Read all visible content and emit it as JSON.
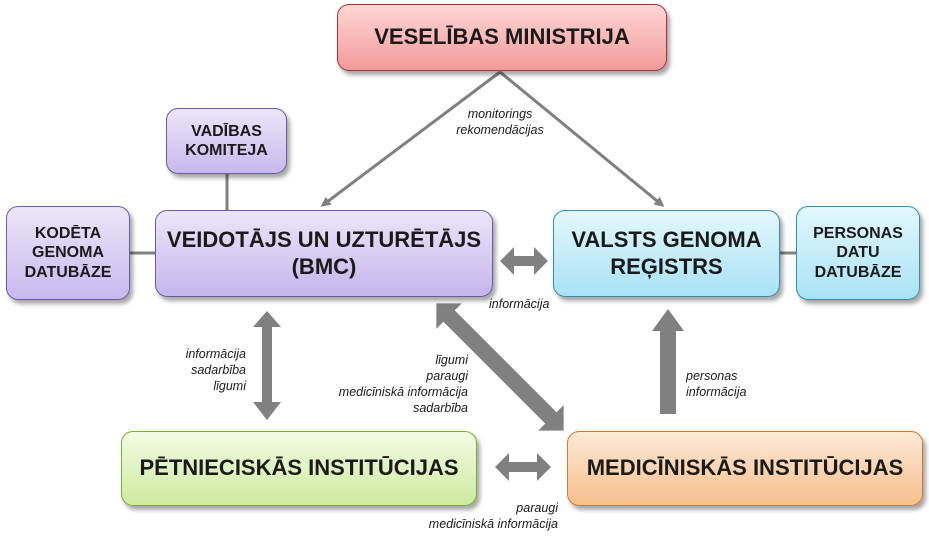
{
  "nodes": {
    "ministry": "VESELĪBAS MINISTRIJA",
    "steering": "VADĪBAS\nKOMITEJA",
    "bmc": "VEIDOTĀJS UN UZTURĒTĀJS\n(BMC)",
    "coded_db": "KODĒTA\nGENOMA\nDATUBĀZE",
    "registry": "VALSTS GENOMA\nREĢISTRS",
    "personal_db": "PERSONAS\nDATU\nDATUBĀZE",
    "research": "PĒTNIECISKĀS INSTITŪCIJAS",
    "medical": "MEDICĪNISKĀS INSTITŪCIJAS"
  },
  "labels": {
    "ministry_links": "monitorings\nrekomendācijas",
    "bmc_registry": "informācija",
    "bmc_research": "informācija\nsadarbība\nlīgumi",
    "bmc_medical": "līgumi\nparaugi\nmedicīniskā informācija\nsadarbība",
    "medical_registry": "personas\ninformācija",
    "research_medical": "paraugi\nmedicīniskā informācija"
  },
  "colors": {
    "arrow": "#808080"
  }
}
